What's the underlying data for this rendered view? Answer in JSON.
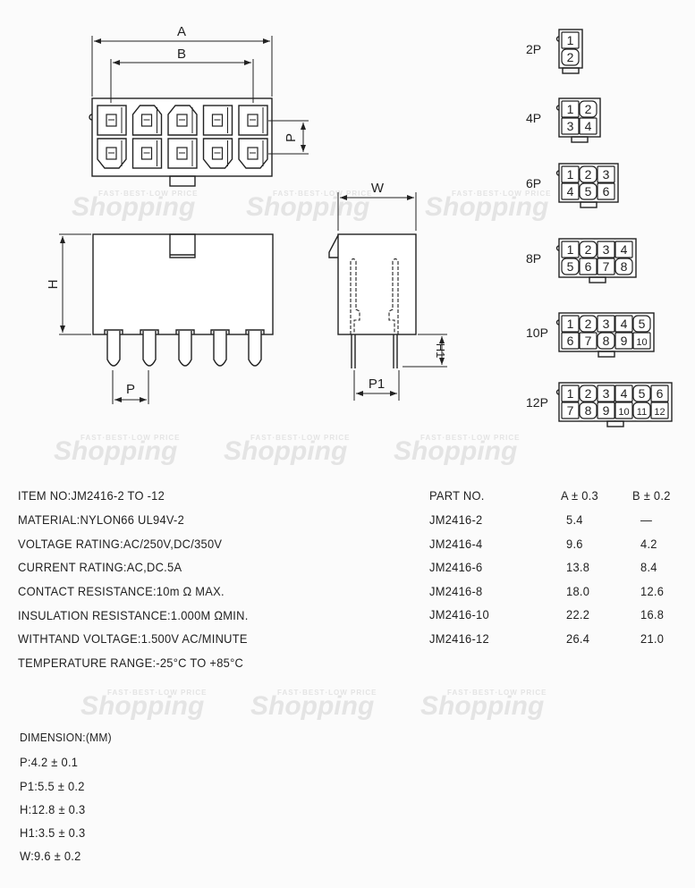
{
  "drawing": {
    "label_a": "A",
    "label_b": "B",
    "label_p": "P",
    "label_h": "H",
    "label_w": "W",
    "label_h1": "H1",
    "label_p1": "P1",
    "variants": [
      {
        "label": "2P",
        "cols": 1,
        "pins": [
          "1",
          "2"
        ]
      },
      {
        "label": "4P",
        "cols": 2,
        "pins": [
          "1",
          "2",
          "3",
          "4"
        ]
      },
      {
        "label": "6P",
        "cols": 3,
        "pins": [
          "1",
          "2",
          "3",
          "4",
          "5",
          "6"
        ]
      },
      {
        "label": "8P",
        "cols": 4,
        "pins": [
          "1",
          "2",
          "3",
          "4",
          "5",
          "6",
          "7",
          "8"
        ]
      },
      {
        "label": "10P",
        "cols": 5,
        "pins": [
          "1",
          "2",
          "3",
          "4",
          "5",
          "6",
          "7",
          "8",
          "9",
          "10"
        ]
      },
      {
        "label": "12P",
        "cols": 6,
        "pins": [
          "1",
          "2",
          "3",
          "4",
          "5",
          "6",
          "7",
          "8",
          "9",
          "10",
          "11",
          "12"
        ]
      }
    ]
  },
  "watermark": {
    "brand": "Shopping",
    "tagline": "FAST·BEST·LOW PRICE"
  },
  "specs": [
    "ITEM NO:JM2416-2 TO -12",
    "MATERIAL:NYLON66 UL94V-2",
    "VOLTAGE RATING:AC/250V,DC/350V",
    "CURRENT RATING:AC,DC.5A",
    "CONTACT RESISTANCE:10m Ω MAX.",
    "INSULATION RESISTANCE:1.000M ΩMIN.",
    "WITHTAND VOLTAGE:1.500V AC/MINUTE",
    "TEMPERATURE RANGE:-25°C TO +85°C"
  ],
  "table": {
    "headers": [
      "PART NO.",
      "A ± 0.3",
      "B ± 0.2"
    ],
    "rows": [
      [
        "JM2416-2",
        "5.4",
        "—"
      ],
      [
        "JM2416-4",
        "9.6",
        "4.2"
      ],
      [
        "JM2416-6",
        "13.8",
        "8.4"
      ],
      [
        "JM2416-8",
        "18.0",
        "12.6"
      ],
      [
        "JM2416-10",
        "22.2",
        "16.8"
      ],
      [
        "JM2416-12",
        "26.4",
        "21.0"
      ]
    ]
  },
  "dimensions": {
    "title": "DIMENSION:(MM)",
    "items": [
      "P:4.2 ± 0.1",
      "P1:5.5 ± 0.2",
      "H:12.8 ± 0.3",
      "H1:3.5 ± 0.3",
      "W:9.6 ± 0.2"
    ]
  }
}
